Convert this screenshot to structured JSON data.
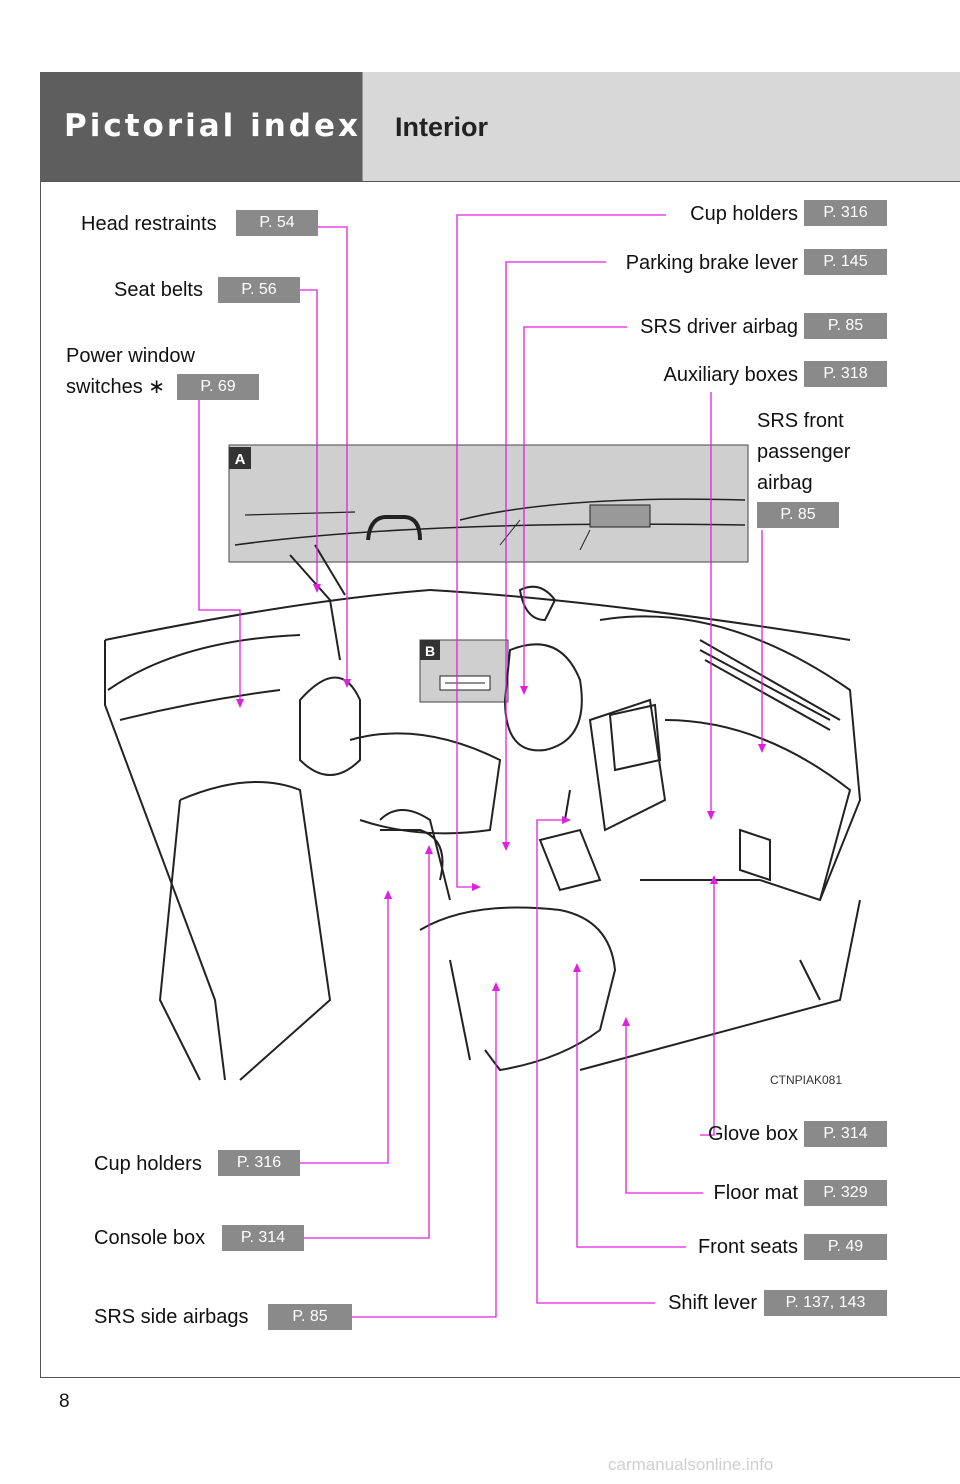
{
  "header": {
    "section": "Pictorial index",
    "title": "Interior"
  },
  "labels": {
    "head_restraints": {
      "text": "Head restraints",
      "page": "P. 54"
    },
    "seat_belts": {
      "text": "Seat belts",
      "page": "P. 56"
    },
    "power_window": {
      "line1": "Power window",
      "line2": "switches ∗",
      "page": "P. 69"
    },
    "cup_holders_top": {
      "text": "Cup holders",
      "page": "P. 316"
    },
    "parking_brake": {
      "text": "Parking brake lever",
      "page": "P. 145"
    },
    "srs_driver": {
      "text": "SRS driver airbag",
      "page": "P. 85"
    },
    "aux_boxes": {
      "text": "Auxiliary boxes",
      "page": "P. 318"
    },
    "srs_front_passenger": {
      "line1": "SRS front",
      "line2": "passenger",
      "line3": "airbag",
      "page": "P. 85"
    },
    "glove_box": {
      "text": "Glove box",
      "page": "P. 314"
    },
    "floor_mat": {
      "text": "Floor mat",
      "page": "P. 329"
    },
    "front_seats": {
      "text": "Front seats",
      "page": "P. 49"
    },
    "shift_lever": {
      "text": "Shift lever",
      "page": "P. 137, 143"
    },
    "cup_holders_bottom": {
      "text": "Cup holders",
      "page": "P. 316"
    },
    "console_box": {
      "text": "Console box",
      "page": "P. 314"
    },
    "srs_side": {
      "text": "SRS side airbags",
      "page": "P. 85"
    }
  },
  "insets": {
    "a": "A",
    "b": "B"
  },
  "image_code": "CTNPIAK081",
  "page_number": "8",
  "watermark": "carmanualsonline.info",
  "colors": {
    "leader": "#e020e0",
    "header_dark": "#5e5e5e",
    "header_light": "#d8d8d8",
    "badge": "#8a8a8a"
  }
}
